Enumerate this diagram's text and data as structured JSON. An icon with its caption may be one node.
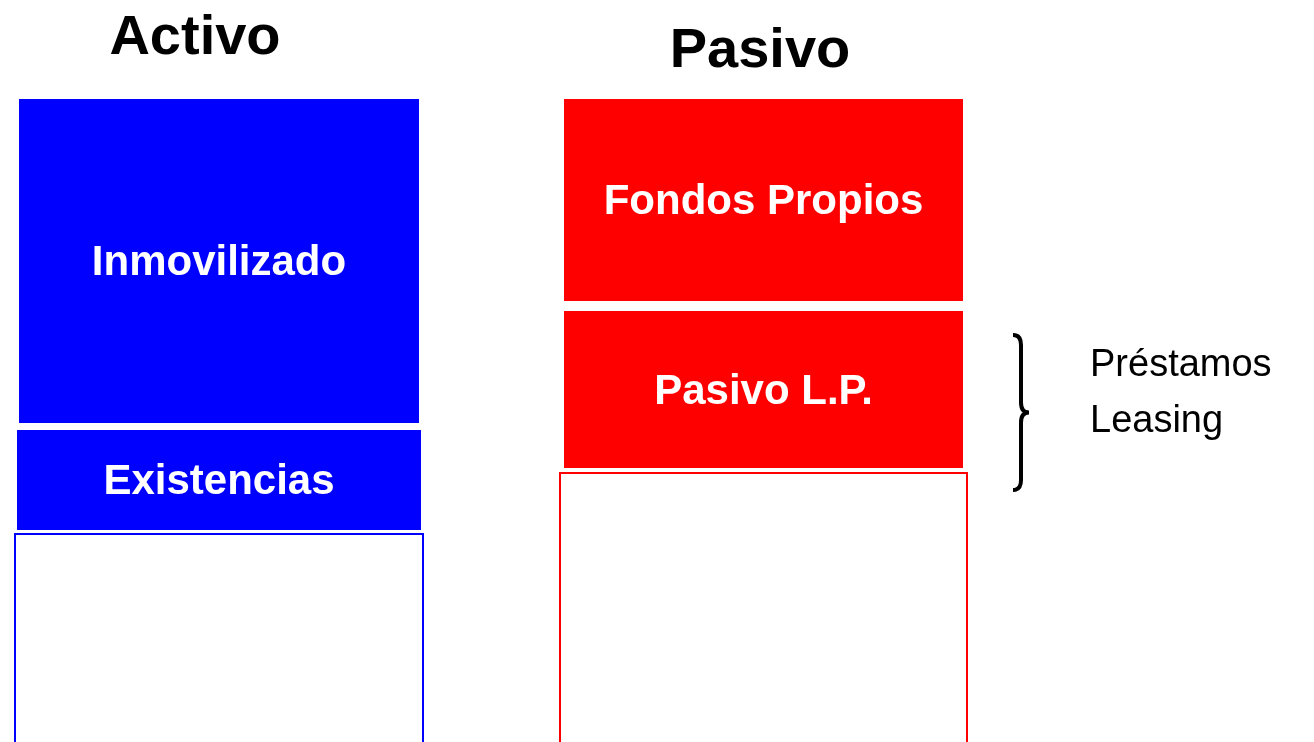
{
  "diagram": {
    "nodes": [
      {
        "text": [
          "Inmovilizado"
        ]
      },
      {
        "text": [
          "Existencias"
        ]
      },
      {
        "text": [],
        "shape": "box"
      },
      {
        "text": [
          "Fondos Propios"
        ]
      },
      {
        "text": [
          "Pasivo L.P."
        ],
        "beside": [
          "Préstamos",
          "Leasing"
        ]
      },
      {
        "text": [],
        "shape": "box"
      }
    ],
    "edges": [],
    "labels": [
      "Activo",
      "Pasivo"
    ]
  }
}
